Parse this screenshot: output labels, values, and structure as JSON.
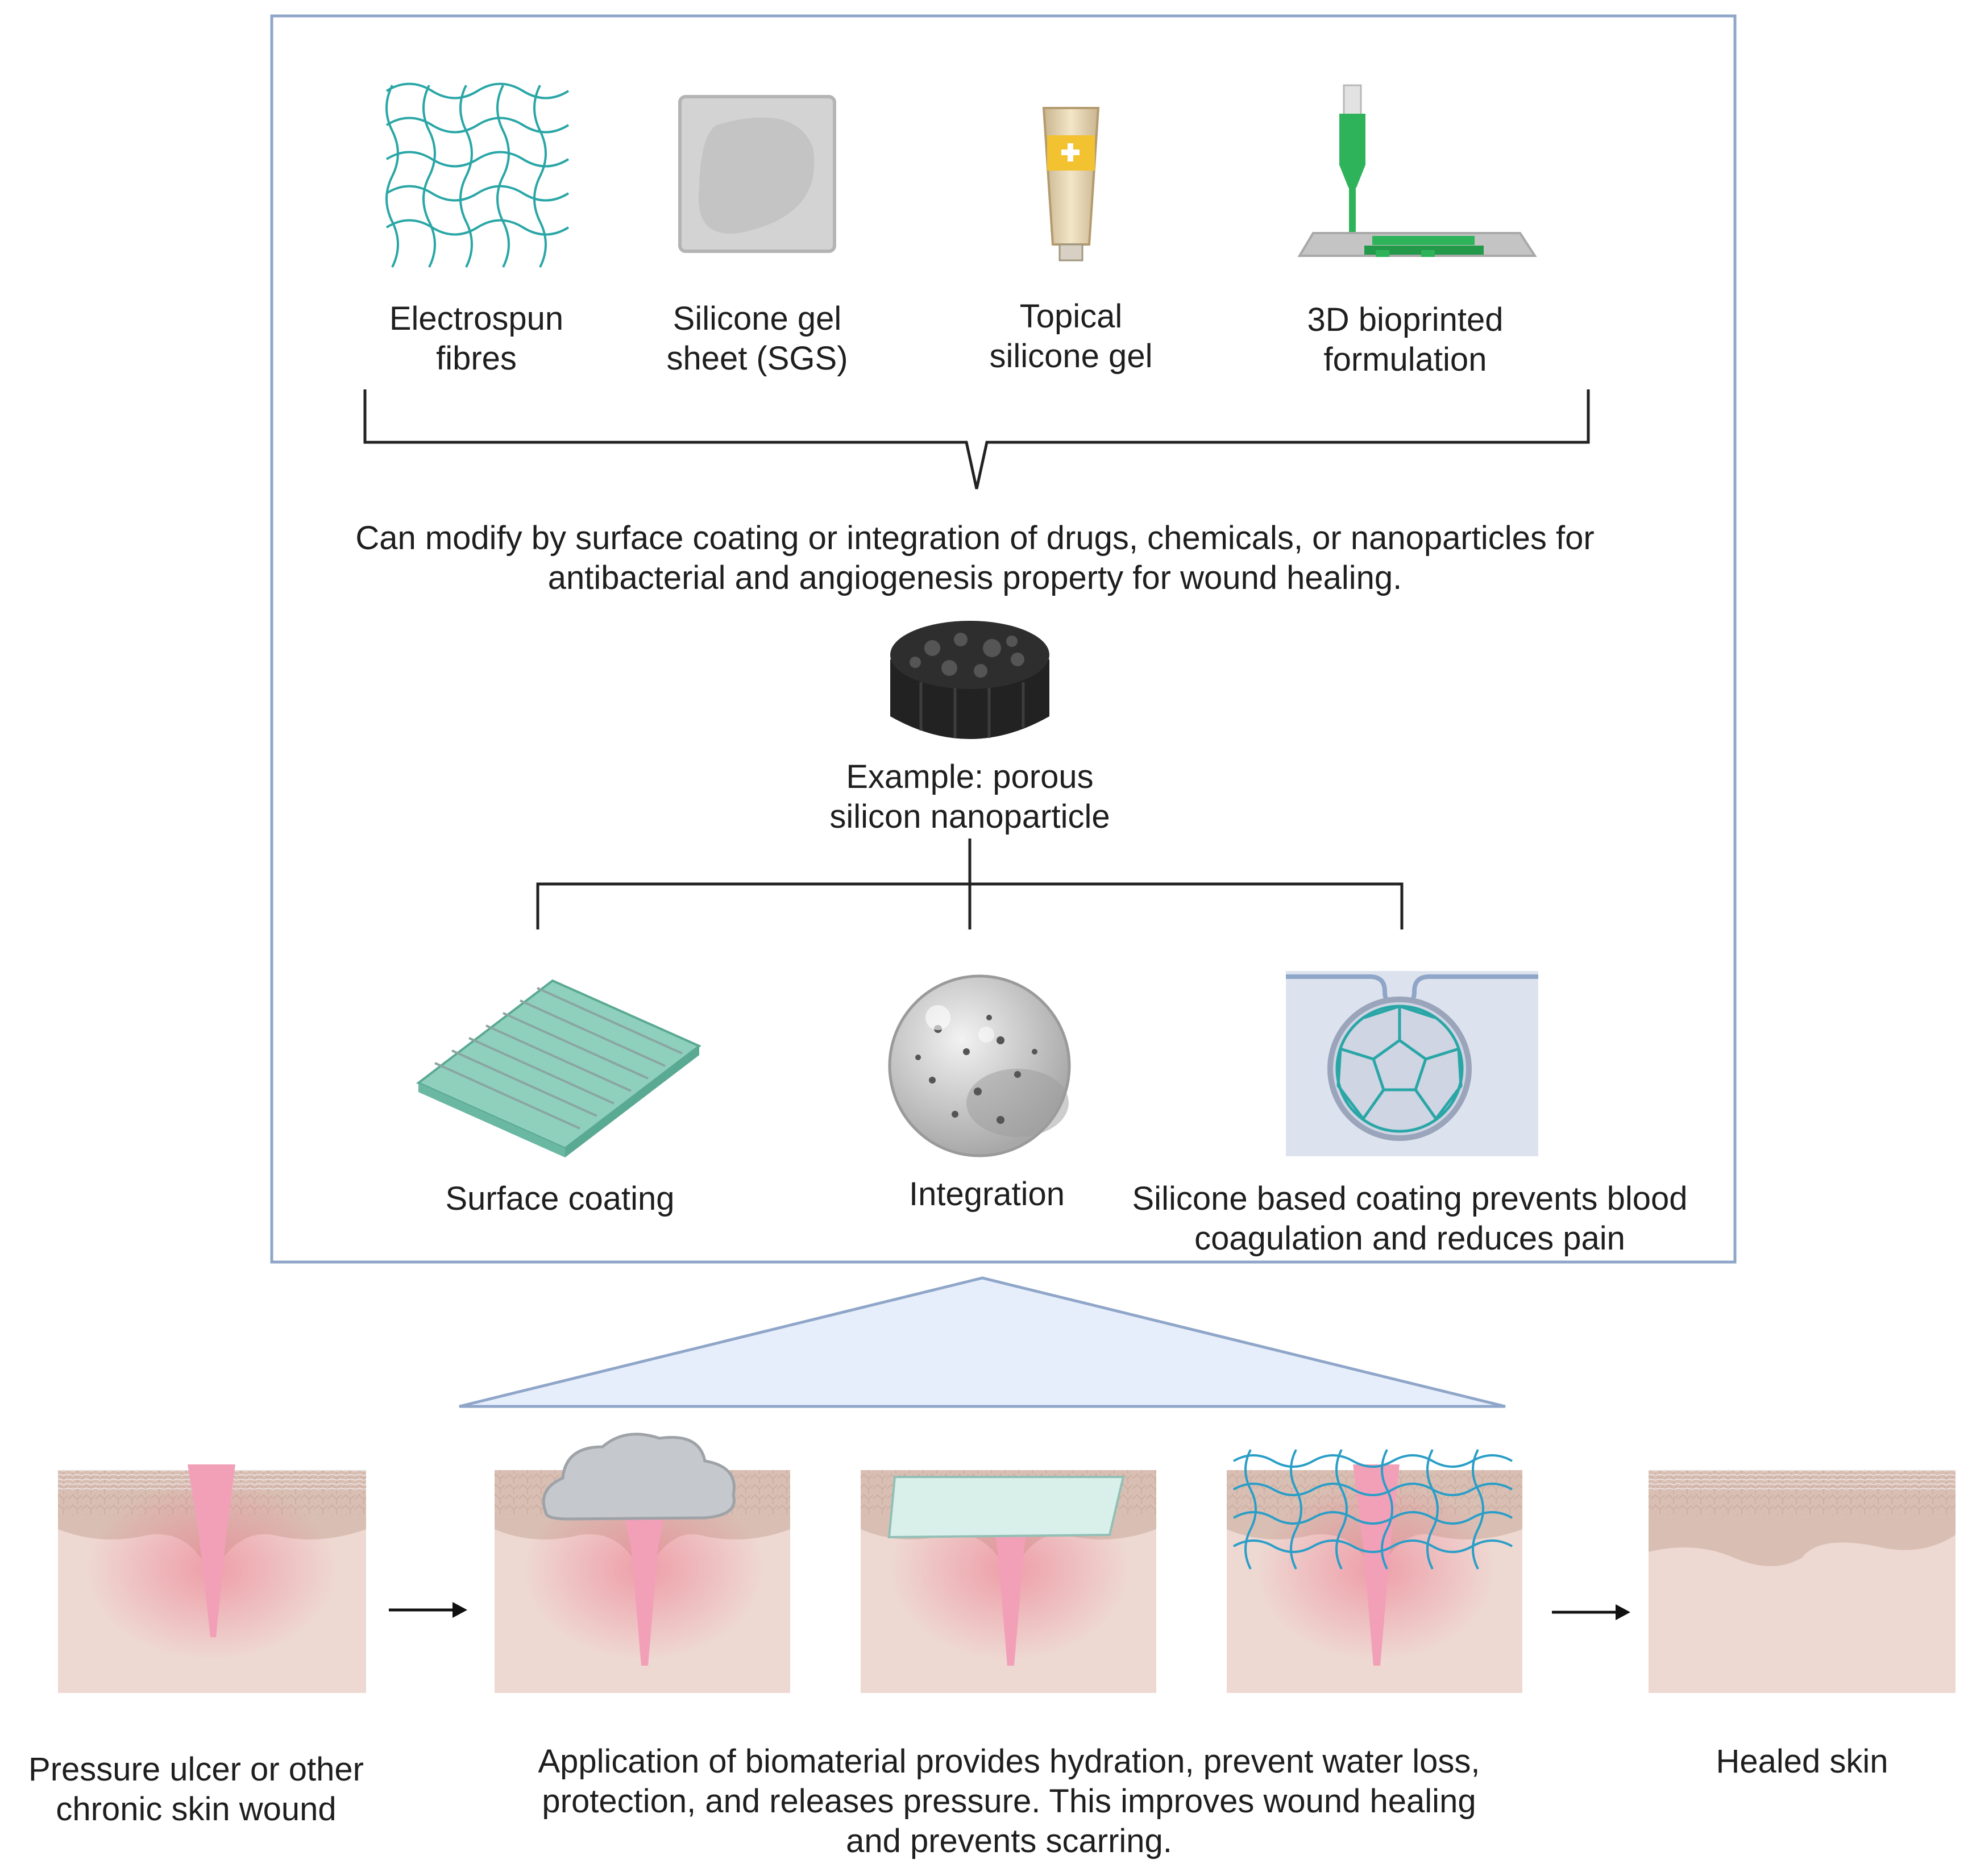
{
  "materials": [
    {
      "label": "Electrospun\nfibres",
      "icon": "fibre-mesh-icon"
    },
    {
      "label": "Silicone gel\nsheet (SGS)",
      "icon": "gel-sheet-icon"
    },
    {
      "label": "Topical\nsilicone gel",
      "icon": "gel-tube-icon"
    },
    {
      "label": "3D bioprinted\nformulation",
      "icon": "bioprinter-icon"
    }
  ],
  "modification_text": "Can modify by surface coating or integration of  drugs, chemicals, or nanoparticles for\nantibacterial and angiogenesis property for wound healing.",
  "example_label": "Example: porous\nsilicon nanoparticle",
  "methods": [
    {
      "label": "Surface coating",
      "icon": "coated-sheet-icon"
    },
    {
      "label": "Integration",
      "icon": "integrated-particle-icon"
    },
    {
      "label": "Silicone based coating prevents blood\ncoagulation and reduces pain",
      "icon": "coated-nanoparticle-icon"
    }
  ],
  "stages": {
    "start_label": "Pressure ulcer or other\nchronic skin wound",
    "application_label": "Application of biomaterial provides hydration, prevent water loss,\nprotection, and releases pressure. This improves wound healing\nand prevents scarring.",
    "end_label": "Healed skin"
  },
  "colors": {
    "frame": "#8fa6c9",
    "teal": "#2aa6a6",
    "green": "#2fb35a",
    "skin": "#eed8d2",
    "epidermis": "#d9bfb3",
    "wound": "#f2a0b8",
    "triangle_fill": "#e6eefb"
  }
}
